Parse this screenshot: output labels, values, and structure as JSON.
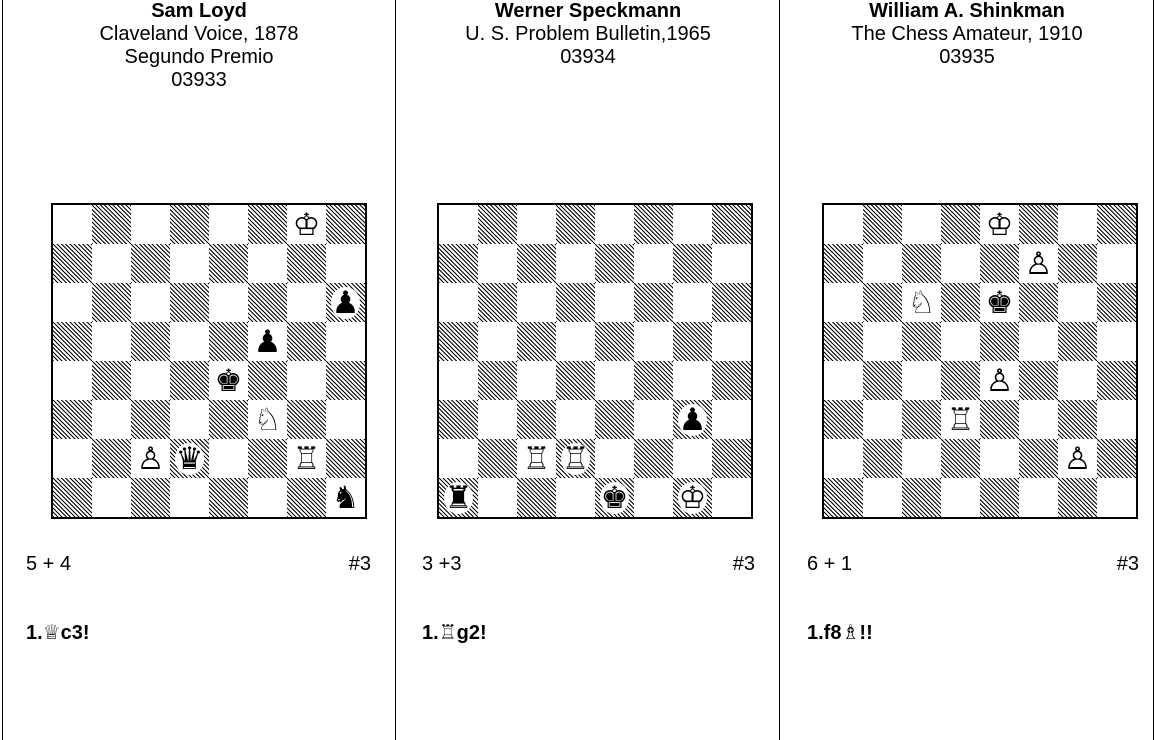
{
  "problems": [
    {
      "author": "Sam Loyd",
      "source": "Claveland Voice, 1878",
      "award": "Segundo Premio",
      "number": "03933",
      "count": "5 + 4",
      "stipulation": "#3",
      "solution_prefix": "1.",
      "solution_figure": "♕",
      "solution_suffix": "c3!",
      "pieces": [
        {
          "sq": "g8",
          "glyph": "♔",
          "color": "white"
        },
        {
          "sq": "h6",
          "glyph": "♟",
          "color": "black"
        },
        {
          "sq": "f5",
          "glyph": "♟",
          "color": "black"
        },
        {
          "sq": "e4",
          "glyph": "♚",
          "color": "black"
        },
        {
          "sq": "f3",
          "glyph": "♘",
          "color": "white"
        },
        {
          "sq": "c2",
          "glyph": "♙",
          "color": "white"
        },
        {
          "sq": "d2",
          "glyph": "♛",
          "color": "black"
        },
        {
          "sq": "g2",
          "glyph": "♖",
          "color": "white"
        },
        {
          "sq": "h1",
          "glyph": "♞",
          "color": "black"
        }
      ]
    },
    {
      "author": "Werner Speckmann",
      "source": "U. S. Problem Bulletin,1965",
      "award": "",
      "number": "03934",
      "count": "3 +3",
      "stipulation": "#3",
      "solution_prefix": "1.",
      "solution_figure": "♖",
      "solution_suffix": "g2!",
      "pieces": [
        {
          "sq": "g3",
          "glyph": "♟",
          "color": "black"
        },
        {
          "sq": "c2",
          "glyph": "♖",
          "color": "white"
        },
        {
          "sq": "d2",
          "glyph": "♖",
          "color": "white"
        },
        {
          "sq": "a1",
          "glyph": "♜",
          "color": "black"
        },
        {
          "sq": "e1",
          "glyph": "♚",
          "color": "black"
        },
        {
          "sq": "g1",
          "glyph": "♔",
          "color": "white"
        }
      ]
    },
    {
      "author": "William A. Shinkman",
      "source": "The Chess Amateur, 1910",
      "award": "",
      "number": "03935",
      "count": "6 + 1",
      "stipulation": "#3",
      "solution_prefix": "1.f8",
      "solution_figure": "♗",
      "solution_suffix": "!!",
      "pieces": [
        {
          "sq": "e8",
          "glyph": "♔",
          "color": "white"
        },
        {
          "sq": "f7",
          "glyph": "♙",
          "color": "white"
        },
        {
          "sq": "c6",
          "glyph": "♘",
          "color": "white"
        },
        {
          "sq": "e6",
          "glyph": "♚",
          "color": "black"
        },
        {
          "sq": "e4",
          "glyph": "♙",
          "color": "white"
        },
        {
          "sq": "d3",
          "glyph": "♖",
          "color": "white"
        },
        {
          "sq": "g2",
          "glyph": "♙",
          "color": "white"
        }
      ]
    }
  ]
}
